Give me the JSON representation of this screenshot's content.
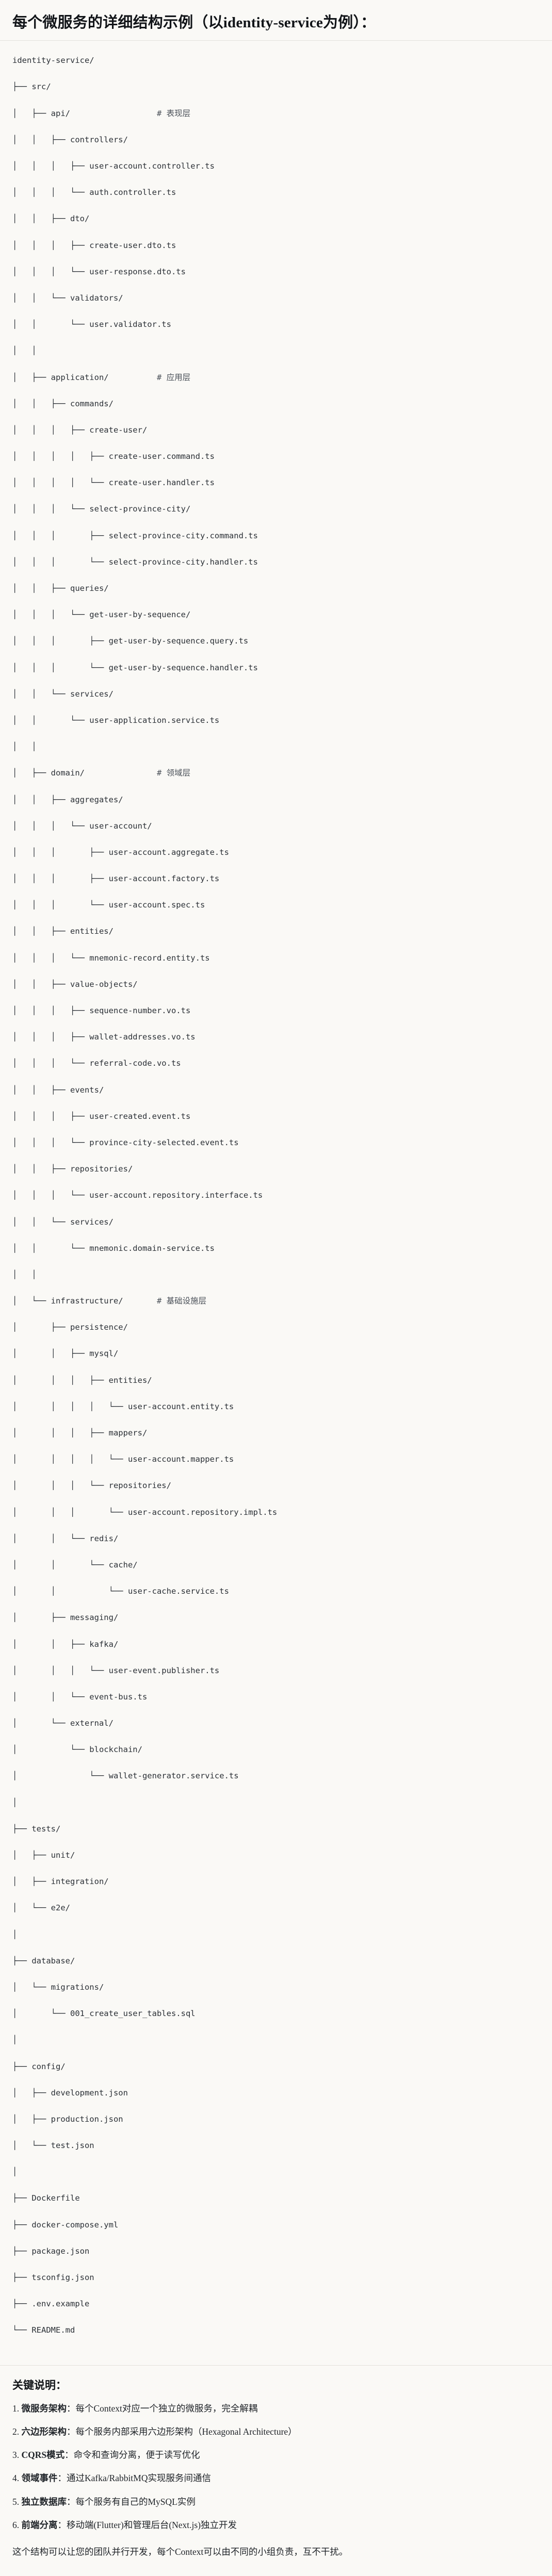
{
  "heading": "每个微服务的详细结构示例（以identity-service为例）：",
  "tree": {
    "lines": [
      {
        "text": "identity-service/",
        "comment": ""
      },
      {
        "text": "├── src/",
        "comment": ""
      },
      {
        "text": "│   ├── api/",
        "comment": "# 表现层"
      },
      {
        "text": "│   │   ├── controllers/",
        "comment": ""
      },
      {
        "text": "│   │   │   ├── user-account.controller.ts",
        "comment": ""
      },
      {
        "text": "│   │   │   └── auth.controller.ts",
        "comment": ""
      },
      {
        "text": "│   │   ├── dto/",
        "comment": ""
      },
      {
        "text": "│   │   │   ├── create-user.dto.ts",
        "comment": ""
      },
      {
        "text": "│   │   │   └── user-response.dto.ts",
        "comment": ""
      },
      {
        "text": "│   │   └── validators/",
        "comment": ""
      },
      {
        "text": "│   │       └── user.validator.ts",
        "comment": ""
      },
      {
        "text": "│   │",
        "comment": ""
      },
      {
        "text": "│   ├── application/",
        "comment": "# 应用层"
      },
      {
        "text": "│   │   ├── commands/",
        "comment": ""
      },
      {
        "text": "│   │   │   ├── create-user/",
        "comment": ""
      },
      {
        "text": "│   │   │   │   ├── create-user.command.ts",
        "comment": ""
      },
      {
        "text": "│   │   │   │   └── create-user.handler.ts",
        "comment": ""
      },
      {
        "text": "│   │   │   └── select-province-city/",
        "comment": ""
      },
      {
        "text": "│   │   │       ├── select-province-city.command.ts",
        "comment": ""
      },
      {
        "text": "│   │   │       └── select-province-city.handler.ts",
        "comment": ""
      },
      {
        "text": "│   │   ├── queries/",
        "comment": ""
      },
      {
        "text": "│   │   │   └── get-user-by-sequence/",
        "comment": ""
      },
      {
        "text": "│   │   │       ├── get-user-by-sequence.query.ts",
        "comment": ""
      },
      {
        "text": "│   │   │       └── get-user-by-sequence.handler.ts",
        "comment": ""
      },
      {
        "text": "│   │   └── services/",
        "comment": ""
      },
      {
        "text": "│   │       └── user-application.service.ts",
        "comment": ""
      },
      {
        "text": "│   │",
        "comment": ""
      },
      {
        "text": "│   ├── domain/",
        "comment": "# 领域层"
      },
      {
        "text": "│   │   ├── aggregates/",
        "comment": ""
      },
      {
        "text": "│   │   │   └── user-account/",
        "comment": ""
      },
      {
        "text": "│   │   │       ├── user-account.aggregate.ts",
        "comment": ""
      },
      {
        "text": "│   │   │       ├── user-account.factory.ts",
        "comment": ""
      },
      {
        "text": "│   │   │       └── user-account.spec.ts",
        "comment": ""
      },
      {
        "text": "│   │   ├── entities/",
        "comment": ""
      },
      {
        "text": "│   │   │   └── mnemonic-record.entity.ts",
        "comment": ""
      },
      {
        "text": "│   │   ├── value-objects/",
        "comment": ""
      },
      {
        "text": "│   │   │   ├── sequence-number.vo.ts",
        "comment": ""
      },
      {
        "text": "│   │   │   ├── wallet-addresses.vo.ts",
        "comment": ""
      },
      {
        "text": "│   │   │   └── referral-code.vo.ts",
        "comment": ""
      },
      {
        "text": "│   │   ├── events/",
        "comment": ""
      },
      {
        "text": "│   │   │   ├── user-created.event.ts",
        "comment": ""
      },
      {
        "text": "│   │   │   └── province-city-selected.event.ts",
        "comment": ""
      },
      {
        "text": "│   │   ├── repositories/",
        "comment": ""
      },
      {
        "text": "│   │   │   └── user-account.repository.interface.ts",
        "comment": ""
      },
      {
        "text": "│   │   └── services/",
        "comment": ""
      },
      {
        "text": "│   │       └── mnemonic.domain-service.ts",
        "comment": ""
      },
      {
        "text": "│   │",
        "comment": ""
      },
      {
        "text": "│   └── infrastructure/",
        "comment": "# 基础设施层"
      },
      {
        "text": "│       ├── persistence/",
        "comment": ""
      },
      {
        "text": "│       │   ├── mysql/",
        "comment": ""
      },
      {
        "text": "│       │   │   ├── entities/",
        "comment": ""
      },
      {
        "text": "│       │   │   │   └── user-account.entity.ts",
        "comment": ""
      },
      {
        "text": "│       │   │   ├── mappers/",
        "comment": ""
      },
      {
        "text": "│       │   │   │   └── user-account.mapper.ts",
        "comment": ""
      },
      {
        "text": "│       │   │   └── repositories/",
        "comment": ""
      },
      {
        "text": "│       │   │       └── user-account.repository.impl.ts",
        "comment": ""
      },
      {
        "text": "│       │   └── redis/",
        "comment": ""
      },
      {
        "text": "│       │       └── cache/",
        "comment": ""
      },
      {
        "text": "│       │           └── user-cache.service.ts",
        "comment": ""
      },
      {
        "text": "│       ├── messaging/",
        "comment": ""
      },
      {
        "text": "│       │   ├── kafka/",
        "comment": ""
      },
      {
        "text": "│       │   │   └── user-event.publisher.ts",
        "comment": ""
      },
      {
        "text": "│       │   └── event-bus.ts",
        "comment": ""
      },
      {
        "text": "│       └── external/",
        "comment": ""
      },
      {
        "text": "│           └── blockchain/",
        "comment": ""
      },
      {
        "text": "│               └── wallet-generator.service.ts",
        "comment": ""
      },
      {
        "text": "│",
        "comment": ""
      },
      {
        "text": "├── tests/",
        "comment": ""
      },
      {
        "text": "│   ├── unit/",
        "comment": ""
      },
      {
        "text": "│   ├── integration/",
        "comment": ""
      },
      {
        "text": "│   └── e2e/",
        "comment": ""
      },
      {
        "text": "│",
        "comment": ""
      },
      {
        "text": "├── database/",
        "comment": ""
      },
      {
        "text": "│   └── migrations/",
        "comment": ""
      },
      {
        "text": "│       └── 001_create_user_tables.sql",
        "comment": ""
      },
      {
        "text": "│",
        "comment": ""
      },
      {
        "text": "├── config/",
        "comment": ""
      },
      {
        "text": "│   ├── development.json",
        "comment": ""
      },
      {
        "text": "│   ├── production.json",
        "comment": ""
      },
      {
        "text": "│   └── test.json",
        "comment": ""
      },
      {
        "text": "│",
        "comment": ""
      },
      {
        "text": "├── Dockerfile",
        "comment": ""
      },
      {
        "text": "├── docker-compose.yml",
        "comment": ""
      },
      {
        "text": "├── package.json",
        "comment": ""
      },
      {
        "text": "├── tsconfig.json",
        "comment": ""
      },
      {
        "text": "├── .env.example",
        "comment": ""
      },
      {
        "text": "└── README.md",
        "comment": ""
      }
    ],
    "comment_column_ch": 30
  },
  "notes": {
    "title": "关键说明：",
    "items": [
      {
        "num": "1.",
        "term": "微服务架构",
        "sep": "：",
        "desc": "每个Context对应一个独立的微服务，完全解耦"
      },
      {
        "num": "2.",
        "term": "六边形架构",
        "sep": "：",
        "desc": "每个服务内部采用六边形架构（Hexagonal Architecture）"
      },
      {
        "num": "3.",
        "term": "CQRS模式",
        "sep": "：",
        "desc": "命令和查询分离，便于读写优化"
      },
      {
        "num": "4.",
        "term": "领域事件",
        "sep": "：",
        "desc": "通过Kafka/RabbitMQ实现服务间通信"
      },
      {
        "num": "5.",
        "term": "独立数据库",
        "sep": "：",
        "desc": "每个服务有自己的MySQL实例"
      },
      {
        "num": "6.",
        "term": "前端分离",
        "sep": "：",
        "desc": "移动端(Flutter)和管理后台(Next.js)独立开发"
      }
    ],
    "footer": "这个结构可以让您的团队并行开发，每个Context可以由不同的小组负责，互不干扰。"
  },
  "colors": {
    "background": "#faf9f6",
    "text": "#1f2328",
    "tree_text": "#2b3036",
    "comment_text": "#4a5058",
    "divider": "#e3e1dc"
  }
}
